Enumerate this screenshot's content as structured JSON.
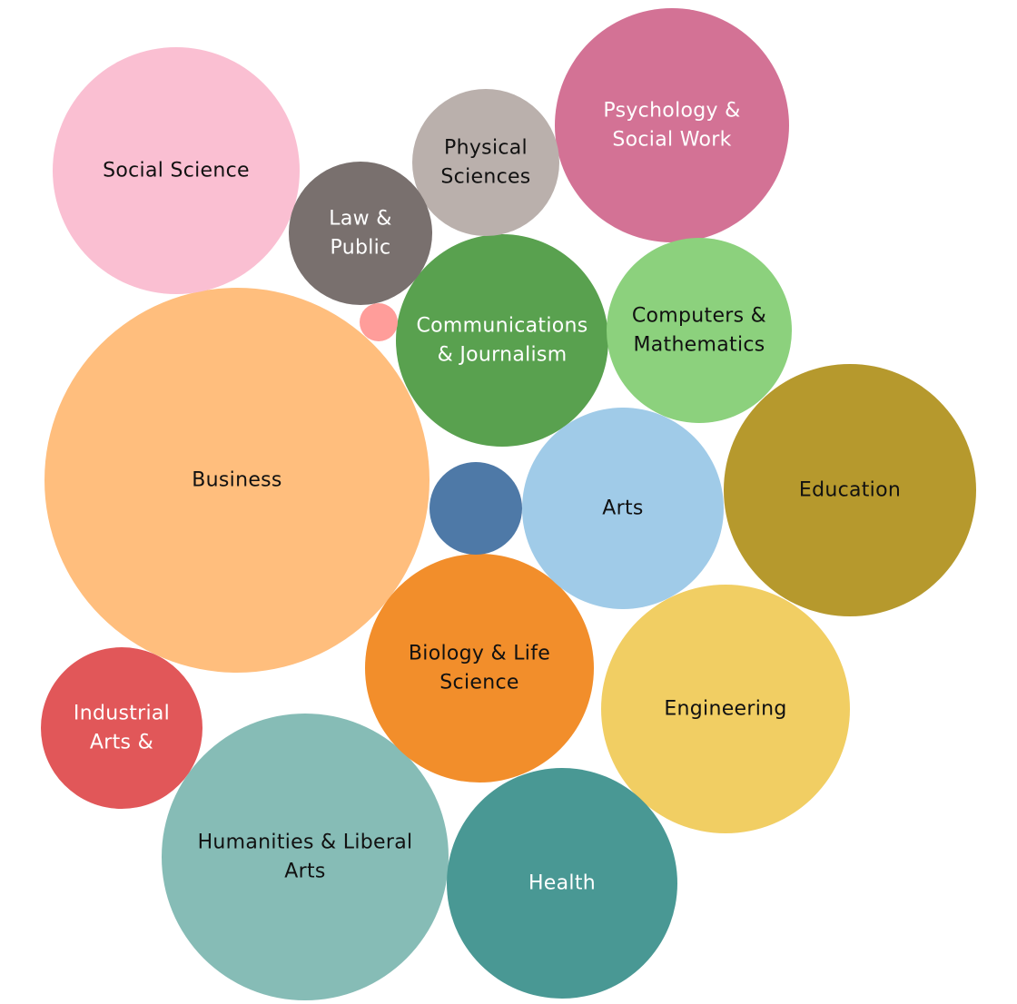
{
  "chart_data": {
    "type": "bubble",
    "title": "",
    "items": [
      {
        "category": "Business",
        "label_lines": [
          "Business"
        ],
        "color": "#FFBE7D",
        "text_color": "#111111"
      },
      {
        "category": "Humanities & Liberal Arts",
        "label_lines": [
          "Humanities & Liberal",
          "Arts"
        ],
        "color": "#86BCB6",
        "text_color": "#111111"
      },
      {
        "category": "Education",
        "label_lines": [
          "Education"
        ],
        "color": "#B6992D",
        "text_color": "#111111"
      },
      {
        "category": "Engineering",
        "label_lines": [
          "Engineering"
        ],
        "color": "#F1CE63",
        "text_color": "#111111"
      },
      {
        "category": "Social Science",
        "label_lines": [
          "Social Science"
        ],
        "color": "#FABFD2",
        "text_color": "#111111"
      },
      {
        "category": "Psychology & Social Work",
        "label_lines": [
          "Psychology &",
          "Social Work"
        ],
        "color": "#D37295",
        "text_color": "#ffffff"
      },
      {
        "category": "Biology & Life Science",
        "label_lines": [
          "Biology & Life",
          "Science"
        ],
        "color": "#F28E2B",
        "text_color": "#111111"
      },
      {
        "category": "Health",
        "label_lines": [
          "Health"
        ],
        "color": "#499894",
        "text_color": "#ffffff"
      },
      {
        "category": "Communications & Journalism",
        "label_lines": [
          "Communications",
          "& Journalism"
        ],
        "color": "#59A14F",
        "text_color": "#ffffff"
      },
      {
        "category": "Arts",
        "label_lines": [
          "Arts"
        ],
        "color": "#A0CBE8",
        "text_color": "#111111"
      },
      {
        "category": "Computers & Mathematics",
        "label_lines": [
          "Computers &",
          "Mathematics"
        ],
        "color": "#8CD17D",
        "text_color": "#111111"
      },
      {
        "category": "Industrial Arts &",
        "label_lines": [
          "Industrial",
          "Arts &"
        ],
        "color": "#E15759",
        "text_color": "#ffffff"
      },
      {
        "category": "Physical Sciences",
        "label_lines": [
          "Physical",
          "Sciences"
        ],
        "color": "#BAB0AC",
        "text_color": "#111111"
      },
      {
        "category": "Law & Public",
        "label_lines": [
          "Law &",
          "Public"
        ],
        "color": "#79706E",
        "text_color": "#ffffff"
      },
      {
        "category": "",
        "label_lines": [],
        "color": "#4E79A7",
        "text_color": "#ffffff"
      },
      {
        "category": "",
        "label_lines": [],
        "color": "#FF9D9A",
        "text_color": "#ffffff"
      }
    ]
  }
}
